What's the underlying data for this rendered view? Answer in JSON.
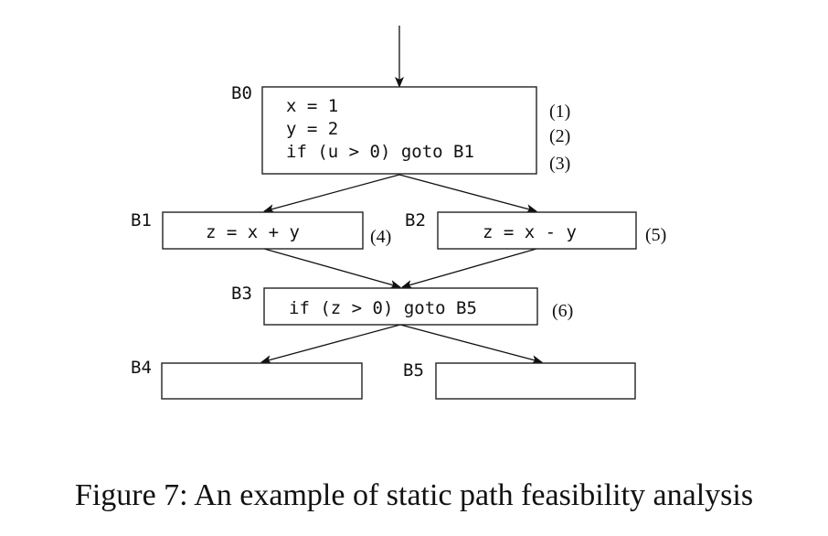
{
  "blocks": {
    "b0": {
      "label": "B0",
      "lines": [
        "x = 1",
        "y = 2",
        "if (u > 0) goto B1"
      ]
    },
    "b1": {
      "label": "B1",
      "code": "z = x + y"
    },
    "b2": {
      "label": "B2",
      "code": "z = x - y"
    },
    "b3": {
      "label": "B3",
      "code": "if (z > 0) goto B5"
    },
    "b4": {
      "label": "B4"
    },
    "b5": {
      "label": "B5"
    }
  },
  "statement_numbers": [
    "(1)",
    "(2)",
    "(3)",
    "(4)",
    "(5)",
    "(6)"
  ],
  "edges": [
    {
      "from": "entry",
      "to": "B0"
    },
    {
      "from": "B0",
      "to": "B1"
    },
    {
      "from": "B0",
      "to": "B2"
    },
    {
      "from": "B1",
      "to": "B3"
    },
    {
      "from": "B2",
      "to": "B3"
    },
    {
      "from": "B3",
      "to": "B4"
    },
    {
      "from": "B3",
      "to": "B5"
    }
  ],
  "caption": "Figure 7: An example of static path feasibility analysis"
}
